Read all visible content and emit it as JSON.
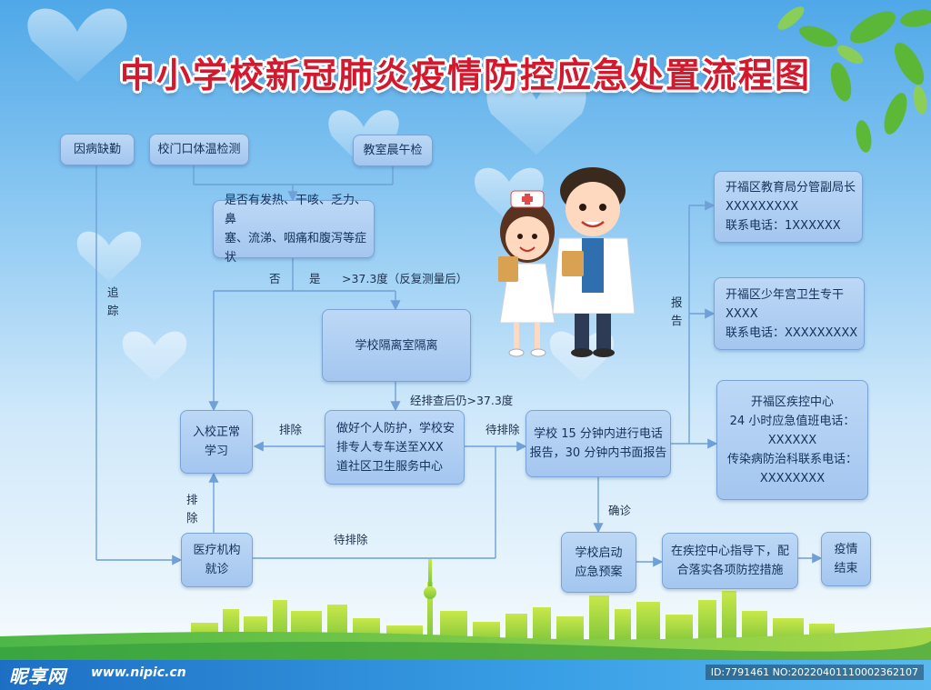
{
  "title": "中小学校新冠肺炎疫情防控应急处置流程图",
  "boxes": {
    "sick_absence": "因病缺勤",
    "gate_temp": "校门口体温检测",
    "morning_check": "教室晨午检",
    "symptoms": "是否有发热、干咳、乏力、鼻\n塞、流涕、咽痛和腹泻等症状",
    "isolation": "学校隔离室隔离",
    "return_school": "入校正常\n学习",
    "protection": "做好个人防护，学校安\n排专人专车送至XXX\n道社区卫生服务中心",
    "school_report": "学校 15 分钟内进行电话\n报告，30 分钟内书面报告",
    "medical": "医疗机构\n就诊",
    "emergency_plan": "学校启动\n应急预案",
    "cdc_guidance": "在疾控中心指导下，配\n合落实各项防控措施",
    "epidemic_end": "疫情\n结束",
    "edu_bureau": "开福区教育局分管副局长\n    XXXXXXXXX\n联系电话：1XXXXXX",
    "youth_palace": "开福区少年宫卫生专干\n       XXXX\n联系电话：XXXXXXXXX",
    "cdc_center": "开福区疾控中心\n24 小时应急值班电话：\nXXXXXX\n传染病防治科联系电话：\nXXXXXXXX"
  },
  "labels": {
    "no": "否",
    "yes": "是",
    "temp_threshold": ">37.3度（反复测量后）",
    "after_check": "经排查后仍>37.3度",
    "excluded_1": "排除",
    "pending_exclude_1": "待排除",
    "pending_exclude_2": "待排除",
    "confirmed": "确诊",
    "trace": "追\n踪",
    "excluded_2": "排\n除",
    "report": "报\n告"
  },
  "watermark": {
    "logo": "昵享网",
    "url": "www.nipic.cn",
    "id": "ID:7791461 NO:20220401110002362107"
  },
  "colors": {
    "title": "#d3192d",
    "box_fill": "#a4c6ef",
    "box_border": "#7aa4d6",
    "line": "#6fa0d8"
  }
}
